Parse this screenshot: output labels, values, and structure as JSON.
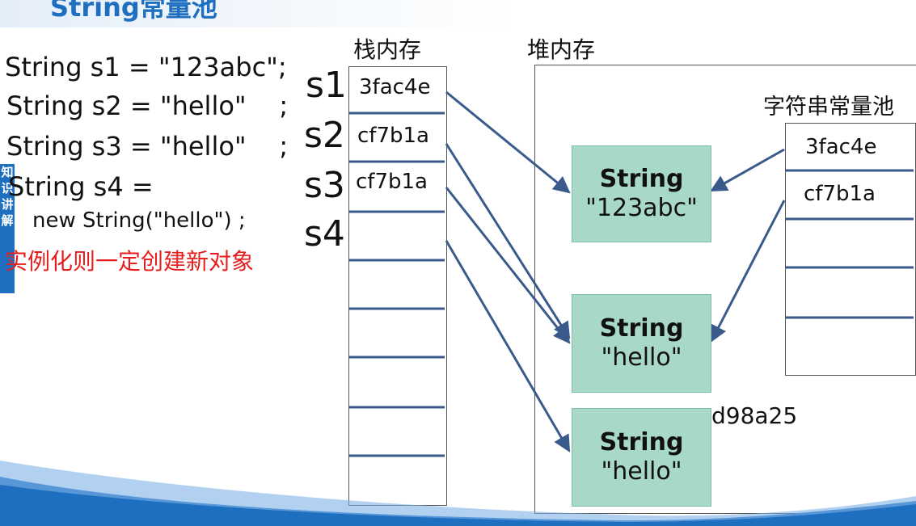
{
  "slide": {
    "title": "String常量池",
    "side_tab_chars": [
      "知",
      "识",
      "讲",
      "解"
    ]
  },
  "code": {
    "line1": "String s1 = \"123abc\";",
    "line2": "String s2 = \"hello\"    ;",
    "line3": "String s3 = \"hello\"    ;",
    "line4": "String s4 =",
    "line5": "new String(\"hello\") ;",
    "note": "实例化则一定创建新对象"
  },
  "stack": {
    "heading": "栈内存",
    "vars": [
      "s1",
      "s2",
      "s3",
      "s4"
    ],
    "cells": [
      "3fac4e",
      "cf7b1a",
      "cf7b1a",
      "",
      "",
      "",
      "",
      "",
      "",
      ""
    ]
  },
  "heap": {
    "heading": "堆内存",
    "pool_heading": "字符串常量池",
    "pool_cells": [
      "3fac4e",
      "cf7b1a",
      "",
      "",
      "",
      ""
    ],
    "objects": [
      {
        "type": "String",
        "value": "\"123abc\""
      },
      {
        "type": "String",
        "value": "\"hello\""
      },
      {
        "type": "String",
        "value": "\"hello\""
      }
    ],
    "extra_address": "d98a25"
  },
  "colors": {
    "arrow": "#3a5a8c",
    "object_fill": "#a8d9c6",
    "note_red": "#e61e1e",
    "title_blue": "#1f6fc0"
  }
}
